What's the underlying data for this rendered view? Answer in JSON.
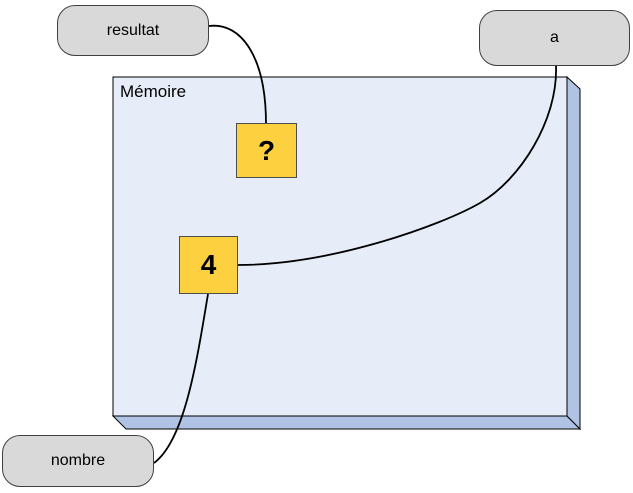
{
  "diagram": {
    "memory_label": "Mémoire",
    "cells": {
      "resultat_cell": {
        "value": "?"
      },
      "shared_cell": {
        "value": "4"
      }
    },
    "variable_tags": {
      "resultat": {
        "label": "resultat"
      },
      "a": {
        "label": "a"
      },
      "nombre": {
        "label": "nombre"
      }
    },
    "connections": [
      {
        "from": "resultat",
        "to": "resultat_cell"
      },
      {
        "from": "a",
        "to": "shared_cell"
      },
      {
        "from": "nombre",
        "to": "shared_cell"
      }
    ],
    "colors": {
      "memory_face": "#e7edf8",
      "memory_side": "#b0c3e4",
      "cell_fill": "#fdd03f",
      "cell_border": "#4d4d4d",
      "tag_fill": "#d9d9d9",
      "tag_border": "#404040",
      "connector": "#000000",
      "canvas_bg": "#ffffff"
    }
  }
}
